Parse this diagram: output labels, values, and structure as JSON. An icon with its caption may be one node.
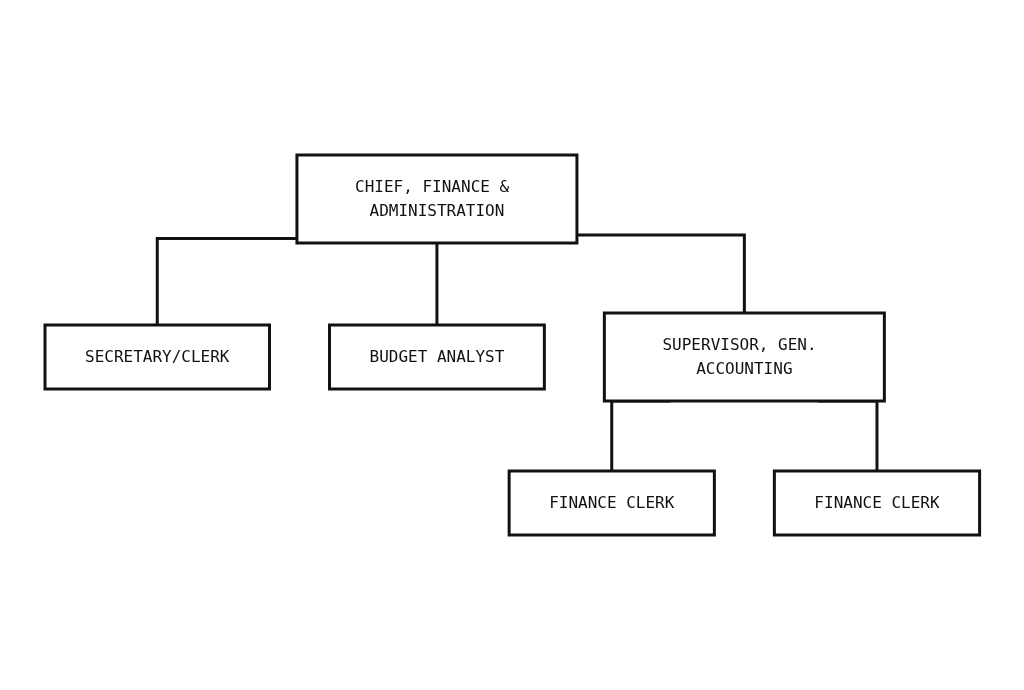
{
  "diagram": {
    "nodes": [
      {
        "text": [
          "CHIEF, FINANCE & ADMINISTRATION"
        ]
      },
      {
        "text": [
          "SECRETARY/CLERK"
        ]
      },
      {
        "text": [
          "BUDGET ANALYST"
        ]
      },
      {
        "text": [
          "SUPERVISOR, GEN. ACCOUNTING"
        ]
      },
      {
        "text": [
          "FINANCE CLERK"
        ]
      },
      {
        "text": [
          "FINANCE CLERK"
        ]
      }
    ],
    "edges": [
      {
        "from": 0,
        "to": 1,
        "arrow": "none"
      },
      {
        "from": 0,
        "to": 2,
        "arrow": "none"
      },
      {
        "from": 0,
        "to": 3,
        "arrow": "none"
      },
      {
        "from": 3,
        "to": 4,
        "arrow": "none"
      },
      {
        "from": 3,
        "to": 5,
        "arrow": "none"
      }
    ]
  }
}
